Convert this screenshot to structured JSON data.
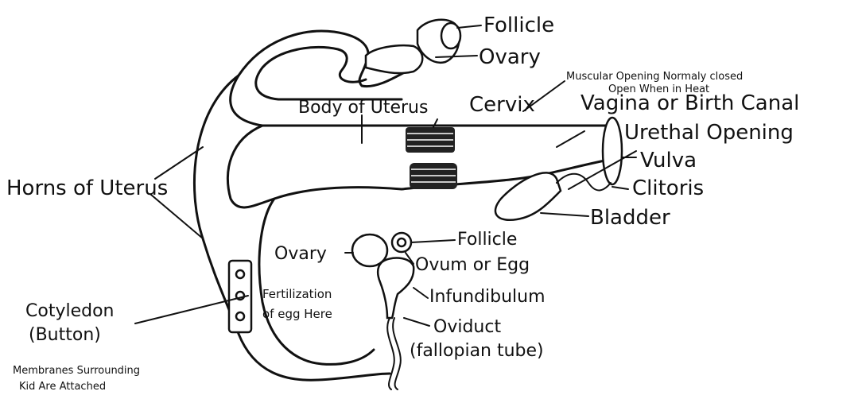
{
  "labels": {
    "follicle_top": "Follicle",
    "ovary_top": "Ovary",
    "muscular_note_line1": "Muscular Opening Normaly closed",
    "muscular_note_line2": "Open When in Heat",
    "body_of_uterus": "Body of Uterus",
    "cervix": "Cervix",
    "vagina": "Vagina or Birth Canal",
    "urethal_opening": "Urethal Opening",
    "vulva": "Vulva",
    "clitoris": "Clitoris",
    "horns_of_uterus": "Horns of Uterus",
    "bladder": "Bladder",
    "ovary_bottom": "Ovary",
    "follicle_bottom": "Follicle",
    "ovum": "Ovum or Egg",
    "fertilization_line1": "Fertilization",
    "fertilization_line2": "of egg Here",
    "infundibulum": "Infundibulum",
    "cotyledon_line1": "Cotyledon",
    "cotyledon_line2": "(Button)",
    "oviduct": "Oviduct",
    "fallopian": "(fallopian tube)",
    "membranes_line1": "Membranes Surrounding",
    "membranes_line2": "Kid Are Attached"
  }
}
